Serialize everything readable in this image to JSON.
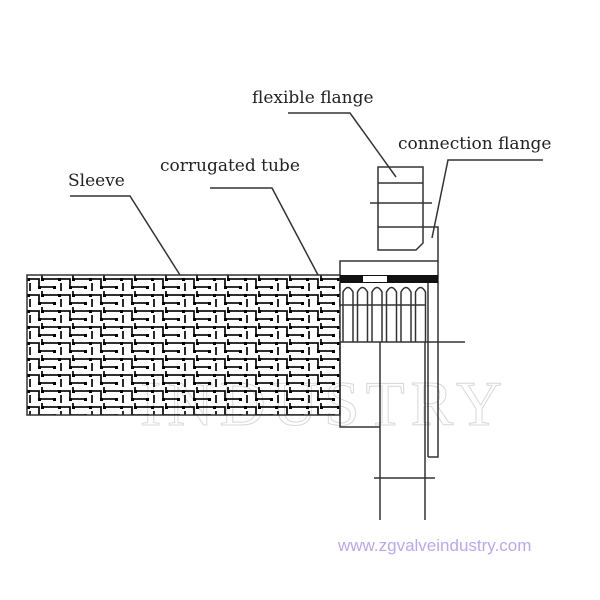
{
  "labels": {
    "flexible_flange": "flexible flange",
    "connection_flange": "connection flange",
    "corrugated_tube": "corrugated tube",
    "sleeve": "Sleeve"
  },
  "watermark": {
    "url": "www.zgvalveindustry.com",
    "brand": "INDUSTRY"
  },
  "colors": {
    "line": "#333333",
    "watermark": "#b9a8ee"
  }
}
